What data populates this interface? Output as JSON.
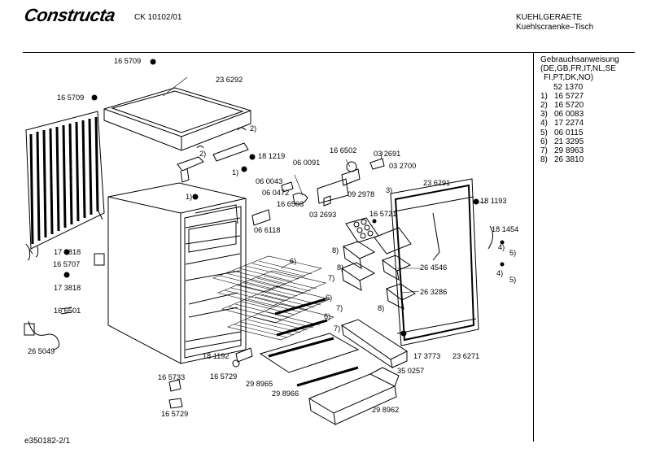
{
  "header": {
    "brand": "Constructa",
    "model": "CK 10102/01",
    "category": "KUEHLGERAETE",
    "subcategory": "Kuehlscraenke–Tisch"
  },
  "footer": {
    "doc_id": "e350182-2/1"
  },
  "legend": {
    "title_line1": "Gebrauchsanweisung",
    "title_line2": "(DE,GB,FR,IT,NL,SE",
    "title_line3": "FI,PT,DK,NO)",
    "title_number": "52 1370",
    "items": [
      {
        "num": "1)",
        "part": "16 5727"
      },
      {
        "num": "2)",
        "part": "16 5720"
      },
      {
        "num": "3)",
        "part": "06 0083"
      },
      {
        "num": "4)",
        "part": "17 2274"
      },
      {
        "num": "5)",
        "part": "06 0115"
      },
      {
        "num": "6)",
        "part": "21 3295"
      },
      {
        "num": "7)",
        "part": "29 8963"
      },
      {
        "num": "8)",
        "part": "26 3810"
      }
    ]
  },
  "labels": [
    "16 5709",
    "23 6292",
    "16 5709",
    "2)",
    "2)",
    "18 1219",
    "1)",
    "1)",
    "06 0091",
    "16 6502",
    "03 2691",
    "03 2700",
    "06 0043",
    "06 0472",
    "09 2978",
    "16 6503",
    "03 2693",
    "06 6118",
    "23 6291",
    "18 1193",
    "3)",
    "16 5721",
    "18 1454",
    "4)",
    "5)",
    "4)",
    "5)",
    "8)",
    "8)",
    "8)",
    "26 4546",
    "26 3286",
    "6)",
    "7)",
    "6)",
    "7)",
    "6)",
    "7)",
    "17 3818",
    "16 5707",
    "17 3818",
    "16 6501",
    "26 5049",
    "18 1192",
    "16 5733",
    "16 5729",
    "16 5729",
    "29 8965",
    "29 8966",
    "35 0257",
    "17 3773",
    "23 6271",
    "29 8962"
  ]
}
